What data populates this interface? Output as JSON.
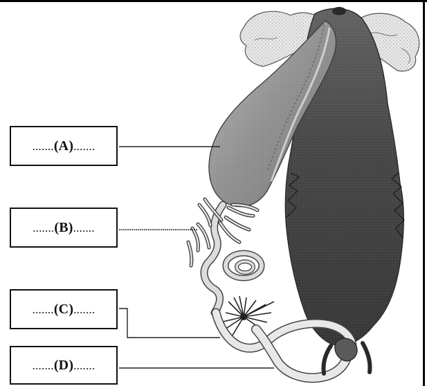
{
  "labels": {
    "a": {
      "dots_before": ".......",
      "letter": "(A)",
      "dots_after": "......."
    },
    "b": {
      "dots_before": ".......",
      "letter": "(B)",
      "dots_after": "......."
    },
    "c": {
      "dots_before": ".......",
      "letter": "(C)",
      "dots_after": "......."
    },
    "d": {
      "dots_before": ".......",
      "letter": "(D)",
      "dots_after": "......."
    }
  },
  "colors": {
    "ink": "#111111",
    "dark_body": "#3a3a3a",
    "light_tissue": "#d8d8d8",
    "mid_tissue": "#8c8c8c"
  }
}
